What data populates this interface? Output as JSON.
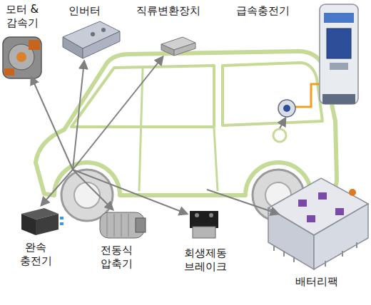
{
  "diagram": {
    "labels": [
      "모터 & 감속기",
      "인버터",
      "직류변환장치",
      "급속충전기",
      "완속 충전기",
      "전동식 압축기",
      "회생제동 브레이크",
      "배터리팩"
    ]
  }
}
